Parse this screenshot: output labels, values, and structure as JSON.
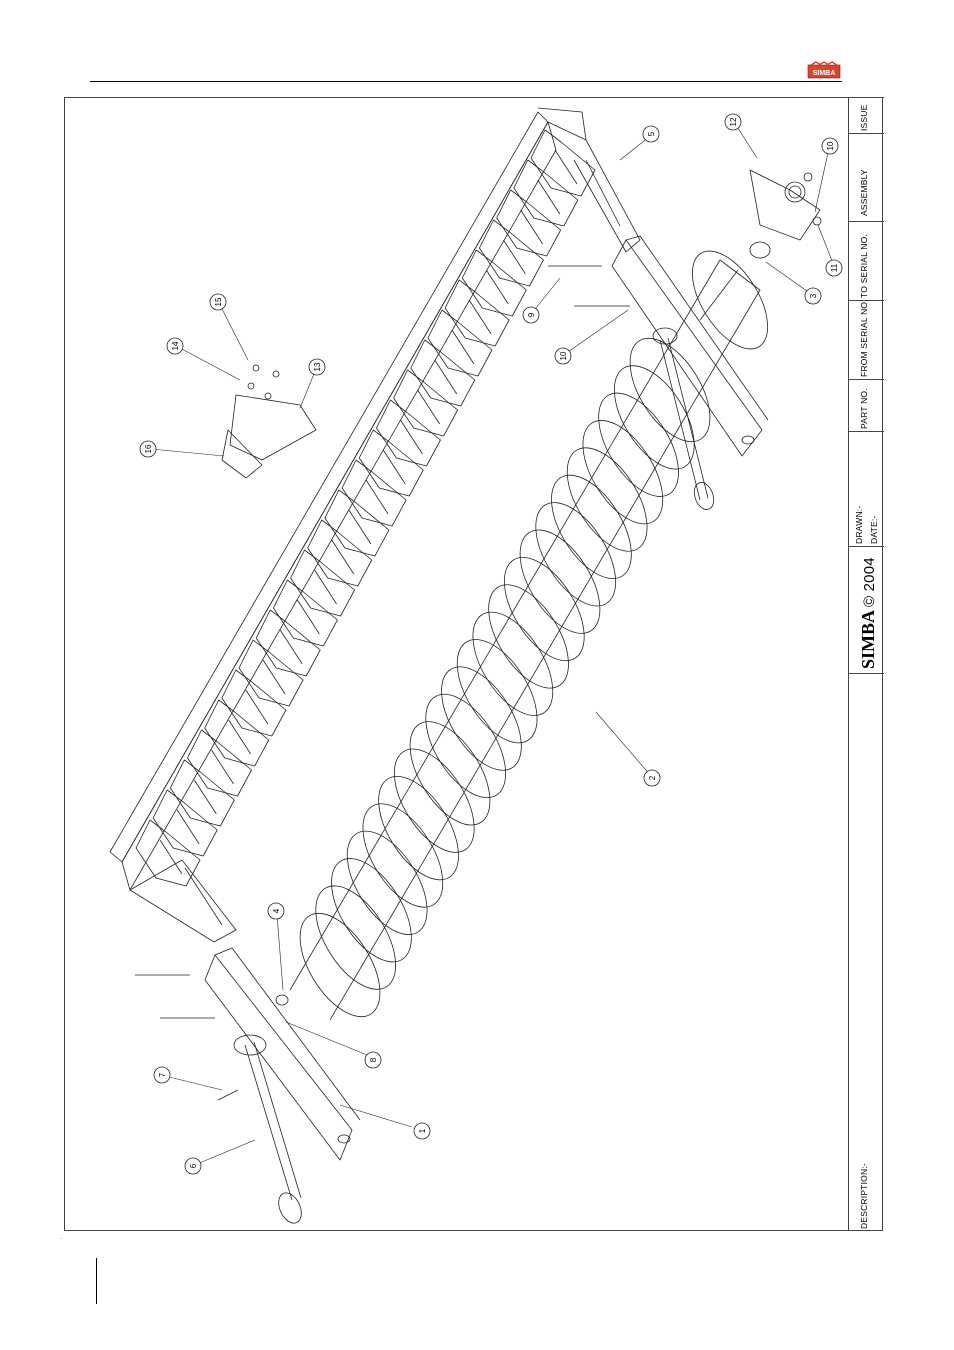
{
  "brand": {
    "logo_text": "SIMBA",
    "copyright": "© 2004"
  },
  "title_block": {
    "issue_label": "ISSUE",
    "assembly_label": "ASSEMBLY",
    "to_serial_label": "TO SERIAL NO.",
    "from_serial_label": "FROM SERIAL NO.",
    "part_no_label": "PART NO.",
    "drawn_label": "DRAWN:-",
    "date_label": "DATE:-",
    "description_label": "DESCRIPTION:-"
  },
  "callouts": [
    {
      "id": "c1",
      "label": "1"
    },
    {
      "id": "c2",
      "label": "2"
    },
    {
      "id": "c3",
      "label": "3"
    },
    {
      "id": "c4",
      "label": "4"
    },
    {
      "id": "c5",
      "label": "5"
    },
    {
      "id": "c6",
      "label": "6"
    },
    {
      "id": "c7",
      "label": "7"
    },
    {
      "id": "c8",
      "label": "8"
    },
    {
      "id": "c9",
      "label": "9"
    },
    {
      "id": "c10a",
      "label": "10"
    },
    {
      "id": "c10b",
      "label": "10"
    },
    {
      "id": "c11",
      "label": "11"
    },
    {
      "id": "c12",
      "label": "12"
    },
    {
      "id": "c13",
      "label": "13"
    },
    {
      "id": "c14",
      "label": "14"
    },
    {
      "id": "c15",
      "label": "15"
    },
    {
      "id": "c16",
      "label": "16"
    }
  ],
  "colors": {
    "line": "#222222",
    "brand_red": "#d8452b"
  }
}
